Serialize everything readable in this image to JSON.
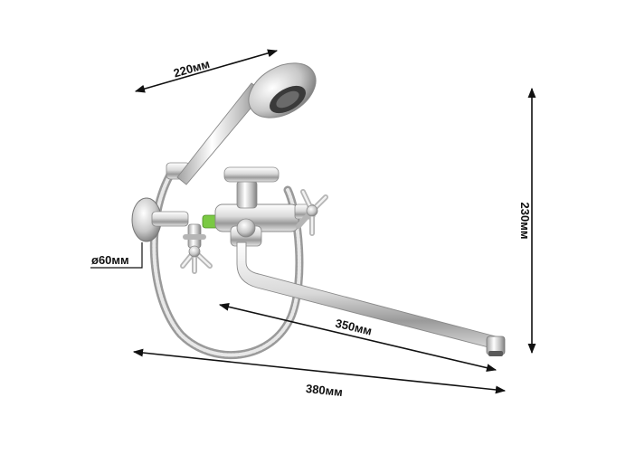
{
  "dimensions": {
    "shower_length": "220мм",
    "height": "230мм",
    "flange_diameter": "ø60мм",
    "spout_length": "350мм",
    "total_length": "380мм"
  },
  "colors": {
    "line": "#111111",
    "chrome_light": "#f4f4f4",
    "chrome_dark": "#8a8a8a",
    "accent_green": "#7ac943",
    "showerhead_ring": "#3a3a3a"
  }
}
